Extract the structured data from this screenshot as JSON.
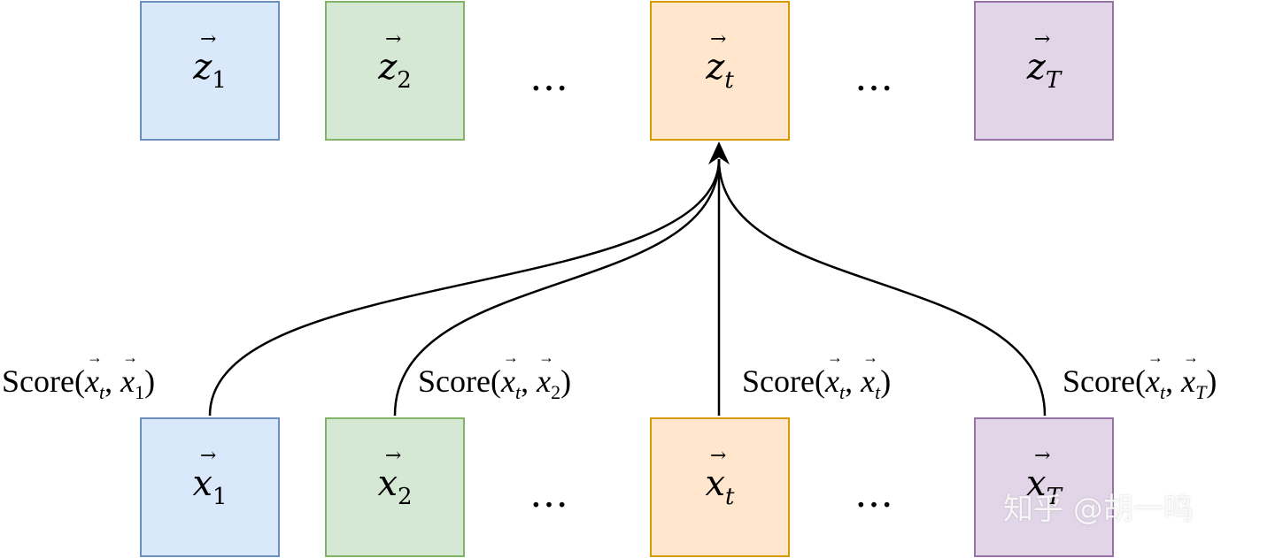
{
  "colors": {
    "blue_fill": "#dae8fc",
    "blue_stroke": "#6c8ebf",
    "green_fill": "#d5e8d4",
    "green_stroke": "#82b366",
    "orange_fill": "#ffe6cc",
    "orange_stroke": "#d79b00",
    "purple_fill": "#e1d5e7",
    "purple_stroke": "#9673a6"
  },
  "top_row": [
    {
      "var": "z",
      "sub": "1",
      "color": "blue"
    },
    {
      "var": "z",
      "sub": "2",
      "color": "green"
    },
    {
      "var": "z",
      "sub": "t",
      "color": "orange"
    },
    {
      "var": "z",
      "sub": "T",
      "color": "purple"
    }
  ],
  "bottom_row": [
    {
      "var": "x",
      "sub": "1",
      "color": "blue"
    },
    {
      "var": "x",
      "sub": "2",
      "color": "green"
    },
    {
      "var": "x",
      "sub": "t",
      "color": "orange"
    },
    {
      "var": "x",
      "sub": "T",
      "color": "purple"
    }
  ],
  "ellipsis": "…",
  "arrow_symbol": "→",
  "score_labels": [
    {
      "fn": "Score",
      "a": "x",
      "a_sub": "t",
      "b": "x",
      "b_sub": "1"
    },
    {
      "fn": "Score",
      "a": "x",
      "a_sub": "t",
      "b": "x",
      "b_sub": "2"
    },
    {
      "fn": "Score",
      "a": "x",
      "a_sub": "t",
      "b": "x",
      "b_sub": "t"
    },
    {
      "fn": "Score",
      "a": "x",
      "a_sub": "t",
      "b": "x",
      "b_sub": "T"
    }
  ],
  "watermark": "知乎 @胡一鸣"
}
